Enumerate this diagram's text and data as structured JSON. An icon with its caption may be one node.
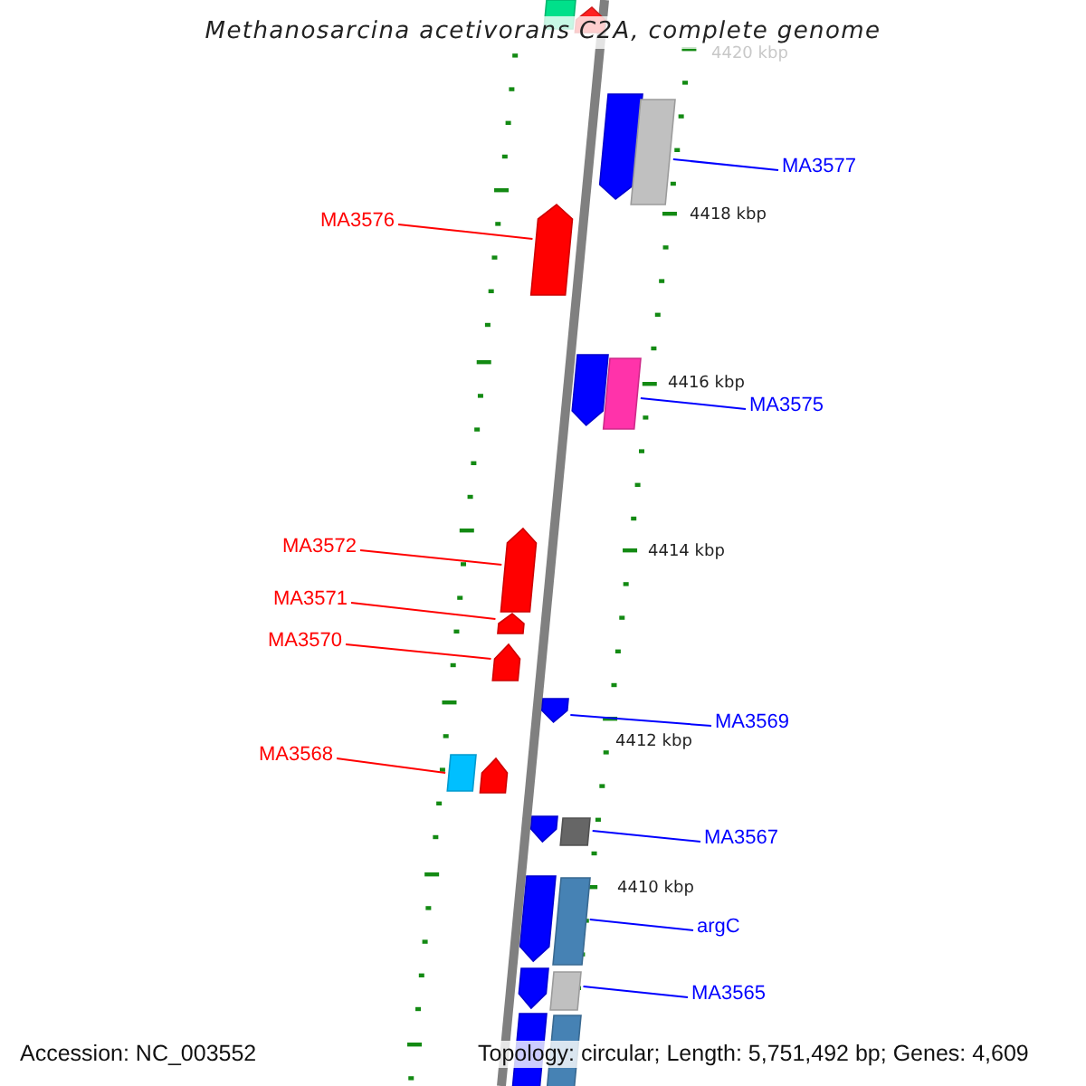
{
  "diagram": {
    "title": "Methanosarcina acetivorans C2A, complete genome",
    "nodes": [
      {
        "text": [],
        "shape": "bar"
      },
      {
        "text": [],
        "shape": "pentagon"
      },
      {
        "text": [],
        "shape": "pentagon"
      },
      {
        "text": [],
        "shape": "bar"
      },
      {
        "text": [
          "MA3577"
        ]
      },
      {
        "text": [
          "MA3576"
        ]
      },
      {
        "text": [],
        "shape": "pentagon"
      },
      {
        "text": [],
        "shape": "pentagon"
      },
      {
        "text": [],
        "shape": "bar"
      },
      {
        "text": [
          "MA3575"
        ]
      },
      {
        "text": [
          "MA3572"
        ]
      },
      {
        "text": [],
        "shape": "pentagon"
      },
      {
        "text": [
          "MA3571"
        ]
      },
      {
        "text": [],
        "shape": "pentagon"
      },
      {
        "text": [
          "MA3570"
        ]
      },
      {
        "text": [],
        "shape": "pentagon"
      },
      {
        "text": [],
        "shape": "pentagon"
      },
      {
        "text": [
          "MA3569"
        ]
      },
      {
        "text": [
          "MA3568"
        ]
      },
      {
        "text": [],
        "shape": "bar"
      },
      {
        "text": [],
        "shape": "pentagon"
      },
      {
        "text": [],
        "shape": "pentagon"
      },
      {
        "text": [],
        "shape": "bar"
      },
      {
        "text": [
          "MA3567"
        ]
      },
      {
        "text": [],
        "shape": "pentagon"
      },
      {
        "text": [],
        "shape": "bar"
      },
      {
        "text": [
          "argC"
        ]
      },
      {
        "text": [],
        "shape": "pentagon"
      },
      {
        "text": [],
        "shape": "bar"
      },
      {
        "text": [
          "MA3565"
        ]
      },
      {
        "text": [],
        "shape": "pentagon"
      },
      {
        "text": [],
        "shape": "bar"
      }
    ],
    "edges": [
      {
        "from": 4,
        "to": 3,
        "arrow": "none"
      },
      {
        "from": 5,
        "to": 6,
        "arrow": "none",
        "color": "#ff0000"
      },
      {
        "from": 9,
        "to": 8,
        "arrow": "none"
      },
      {
        "from": 10,
        "to": 11,
        "arrow": "none",
        "color": "#ff0000"
      },
      {
        "from": 12,
        "to": 13,
        "arrow": "none",
        "color": "#ff0000"
      },
      {
        "from": 14,
        "to": 15,
        "arrow": "none",
        "color": "#ff0000"
      },
      {
        "from": 17,
        "to": 16,
        "arrow": "none"
      },
      {
        "from": 18,
        "to": 19,
        "arrow": "none",
        "color": "#ff0000"
      },
      {
        "from": 23,
        "to": 22,
        "arrow": "none"
      },
      {
        "from": 26,
        "to": 25,
        "arrow": "none"
      },
      {
        "from": 29,
        "to": 28,
        "arrow": "none"
      }
    ],
    "labels": [
      "4420 kbp",
      "4418 kbp",
      "4416 kbp",
      "4414 kbp",
      "4412 kbp",
      "4410 kbp",
      "Accession: NC_003552",
      "Topology: circular; Length: 5,751,492 bp; Genes: 4,609"
    ]
  }
}
